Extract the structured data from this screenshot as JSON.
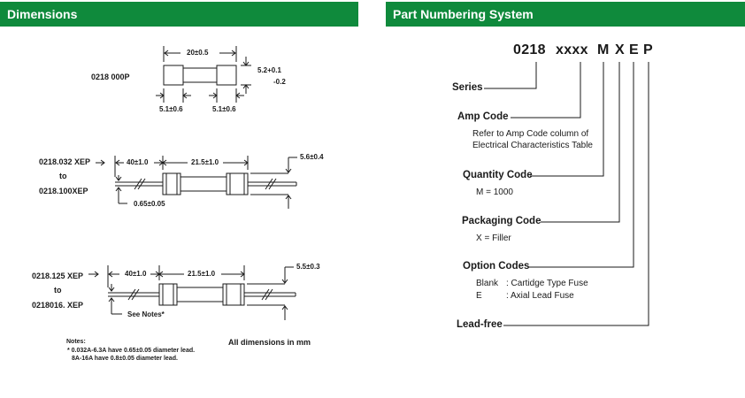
{
  "headers": {
    "dimensions": "Dimensions",
    "part_numbering": "Part Numbering System"
  },
  "dimensions": {
    "top": {
      "part": "0218 000P",
      "length": "20±0.5",
      "dia_main": "5.2+0.1",
      "dia_tol": "-0.2",
      "cap_left": "5.1±0.6",
      "cap_right": "5.1±0.6"
    },
    "middle": {
      "part_from": "0218.032 XEP",
      "to": "to",
      "part_to": "0218.100XEP",
      "lead_len": "40±1.0",
      "body_len": "21.5±1.0",
      "body_dia": "5.6±0.4",
      "lead_dia": "0.65±0.05"
    },
    "bottom": {
      "part_from": "0218.125 XEP",
      "to": "to",
      "part_to": "0218016. XEP",
      "lead_len": "40±1.0",
      "body_len": "21.5±1.0",
      "body_dia": "5.5±0.3",
      "see_notes": "See Notes*"
    },
    "notes": {
      "title": "Notes:",
      "line1": "* 0.032A-6.3A have 0.65±0.05 diameter lead.",
      "line2": "8A-16A have 0.8±0.05 diameter lead."
    },
    "units": "All dimensions in mm"
  },
  "part_numbering": {
    "part_number": {
      "base": "0218",
      "amp": "xxxx",
      "qty": "M",
      "pkg": "X",
      "opt": "E",
      "lead": "P"
    },
    "series": {
      "label": "Series"
    },
    "amp_code": {
      "label": "Amp Code",
      "desc1": "Refer to Amp Code column of",
      "desc2": "Electrical Characteristics Table"
    },
    "quantity_code": {
      "label": "Quantity Code",
      "desc": "M  =  1000"
    },
    "packaging_code": {
      "label": "Packaging Code",
      "desc": "X  =  Filler"
    },
    "option_codes": {
      "label": "Option Codes",
      "opt1_code": "Blank",
      "opt1_desc": ": Cartidge Type Fuse",
      "opt2_code": "E",
      "opt2_desc": ": Axial Lead Fuse"
    },
    "lead_free": {
      "label": "Lead-free"
    }
  }
}
